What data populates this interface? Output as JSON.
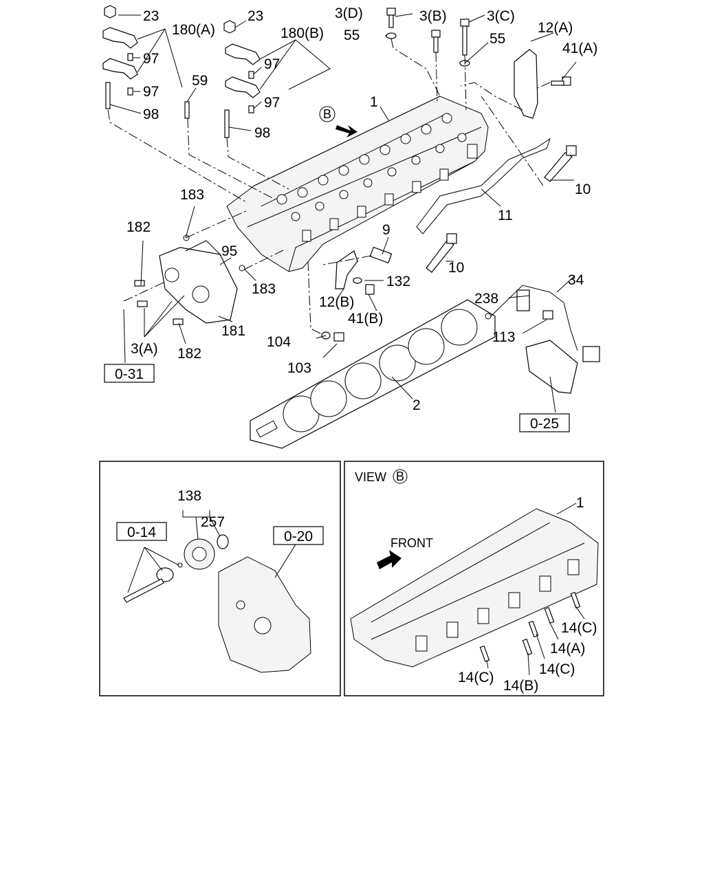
{
  "main_view": {
    "callouts": [
      {
        "id": "c-23a",
        "text": "23"
      },
      {
        "id": "c-180a",
        "text": "180(A)"
      },
      {
        "id": "c-97a",
        "text": "97"
      },
      {
        "id": "c-97b",
        "text": "97"
      },
      {
        "id": "c-98a",
        "text": "98"
      },
      {
        "id": "c-23b",
        "text": "23"
      },
      {
        "id": "c-180b",
        "text": "180(B)"
      },
      {
        "id": "c-97c",
        "text": "97"
      },
      {
        "id": "c-97d",
        "text": "97"
      },
      {
        "id": "c-98b",
        "text": "98"
      },
      {
        "id": "c-59",
        "text": "59"
      },
      {
        "id": "c-3d",
        "text": "3(D)"
      },
      {
        "id": "c-55a",
        "text": "55"
      },
      {
        "id": "c-3b",
        "text": "3(B)"
      },
      {
        "id": "c-3c",
        "text": "3(C)"
      },
      {
        "id": "c-55b",
        "text": "55"
      },
      {
        "id": "c-12a",
        "text": "12(A)"
      },
      {
        "id": "c-41a",
        "text": "41(A)"
      },
      {
        "id": "c-1",
        "text": "1"
      },
      {
        "id": "c-10a",
        "text": "10"
      },
      {
        "id": "c-11",
        "text": "11"
      },
      {
        "id": "c-183a",
        "text": "183"
      },
      {
        "id": "c-182a",
        "text": "182"
      },
      {
        "id": "c-95",
        "text": "95"
      },
      {
        "id": "c-183b",
        "text": "183"
      },
      {
        "id": "c-9",
        "text": "9"
      },
      {
        "id": "c-10b",
        "text": "10"
      },
      {
        "id": "c-132",
        "text": "132"
      },
      {
        "id": "c-12b",
        "text": "12(B)"
      },
      {
        "id": "c-41b",
        "text": "41(B)"
      },
      {
        "id": "c-34",
        "text": "34"
      },
      {
        "id": "c-238",
        "text": "238"
      },
      {
        "id": "c-113",
        "text": "113"
      },
      {
        "id": "c-181",
        "text": "181"
      },
      {
        "id": "c-104",
        "text": "104"
      },
      {
        "id": "c-103",
        "text": "103"
      },
      {
        "id": "c-3a",
        "text": "3(A)"
      },
      {
        "id": "c-182b",
        "text": "182"
      },
      {
        "id": "c-2",
        "text": "2"
      }
    ],
    "view_marker": "B",
    "ref_boxes": {
      "r031": "0-31",
      "r025": "0-25"
    }
  },
  "inset_left": {
    "callouts": {
      "c138": "138",
      "c257": "257"
    },
    "ref_boxes": {
      "r014": "0-14",
      "r020": "0-20"
    }
  },
  "inset_right": {
    "title": "VIEW",
    "title_marker": "B",
    "front_label": "FRONT",
    "callouts": {
      "c1": "1",
      "c14c_a": "14(C)",
      "c14a": "14(A)",
      "c14c_b": "14(C)",
      "c14c_c": "14(C)",
      "c14b": "14(B)"
    }
  }
}
